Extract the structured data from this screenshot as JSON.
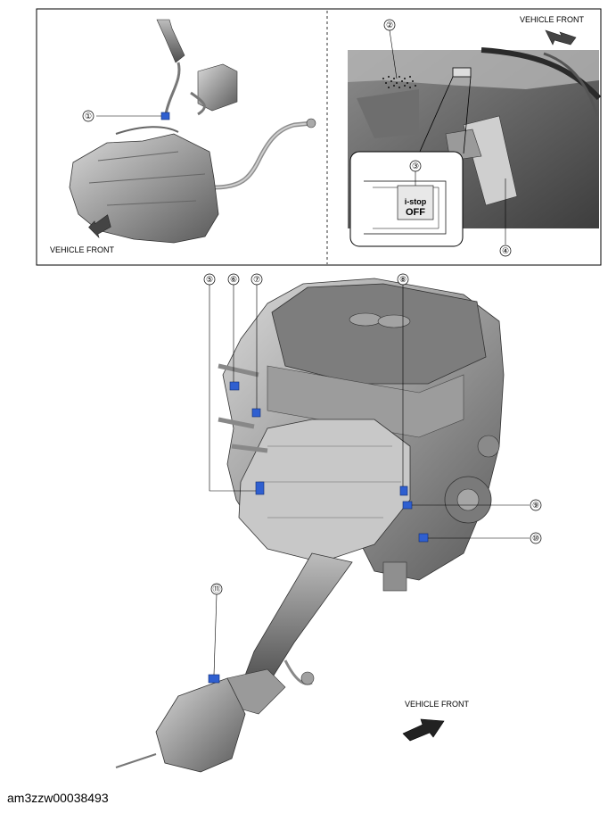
{
  "top_panel": {
    "left": {
      "direction_label": "VEHICLE FRONT",
      "callouts": [
        "①"
      ]
    },
    "right": {
      "direction_label": "VEHICLE FRONT",
      "callouts": [
        "②",
        "③",
        "④"
      ],
      "switch_text_line1": "i-stop",
      "switch_text_line2": "OFF"
    }
  },
  "engine_view": {
    "direction_label": "VEHICLE FRONT",
    "callouts": [
      "⑤",
      "⑥",
      "⑦",
      "⑧",
      "⑨",
      "⑩",
      "⑪"
    ]
  },
  "caption": "am3zzw00038493",
  "colors": {
    "line": "#000000",
    "part_gray": "#8a8a8a",
    "part_dark": "#4a4a4a",
    "highlight_blue": "#2f5fd0"
  }
}
